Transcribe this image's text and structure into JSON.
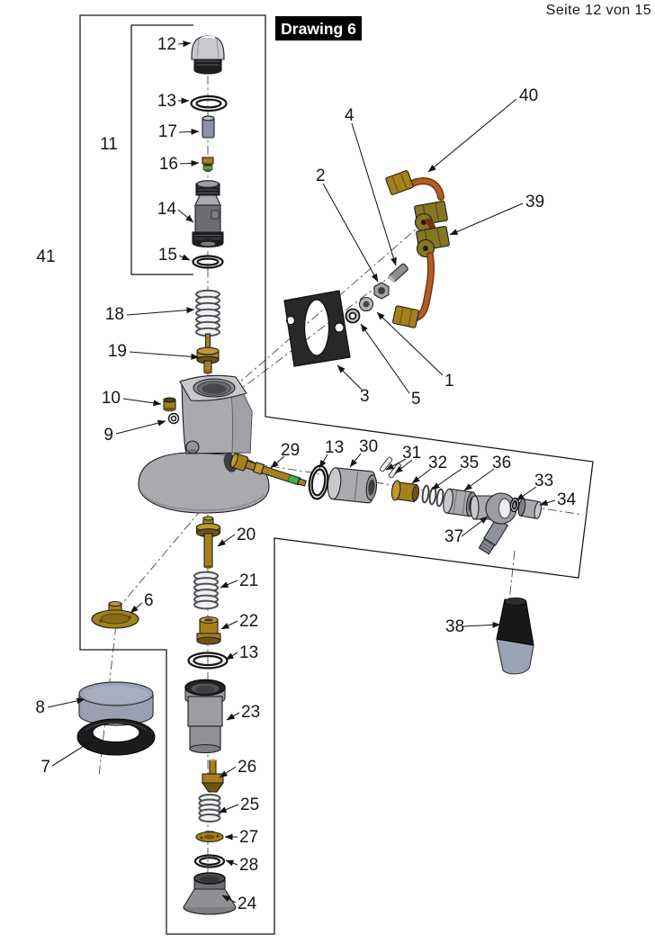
{
  "page": {
    "page_indicator": "Seite 12 von 15",
    "drawing_title": "Drawing 6"
  },
  "colors": {
    "ink": "#161616",
    "brass": "#a5801c",
    "brass_dark": "#6e5410",
    "copper": "#b25e22",
    "copper_dark": "#74380e",
    "metal": "#a8aaae",
    "metal_light": "#c7c9cd",
    "metal_dark": "#7e8084",
    "black_part": "#1d1d1f",
    "green": "#3db34a",
    "blue_gray": "#9ba3b8"
  },
  "labels": {
    "p1": "1",
    "p2": "2",
    "p3": "3",
    "p4": "4",
    "p5": "5",
    "p6": "6",
    "p7": "7",
    "p8": "8",
    "p9": "9",
    "p10": "10",
    "p11": "11",
    "p12": "12",
    "p13": "13",
    "p14": "14",
    "p15": "15",
    "p16": "16",
    "p17": "17",
    "p18": "18",
    "p19": "19",
    "p20": "20",
    "p21": "21",
    "p22": "22",
    "p23": "23",
    "p24": "24",
    "p25": "25",
    "p26": "26",
    "p27": "27",
    "p28": "28",
    "p29": "29",
    "p30": "30",
    "p31": "31",
    "p32": "32",
    "p33": "33",
    "p34": "34",
    "p35": "35",
    "p36": "36",
    "p37": "37",
    "p38": "38",
    "p39": "39",
    "p40": "40",
    "p41": "41"
  }
}
